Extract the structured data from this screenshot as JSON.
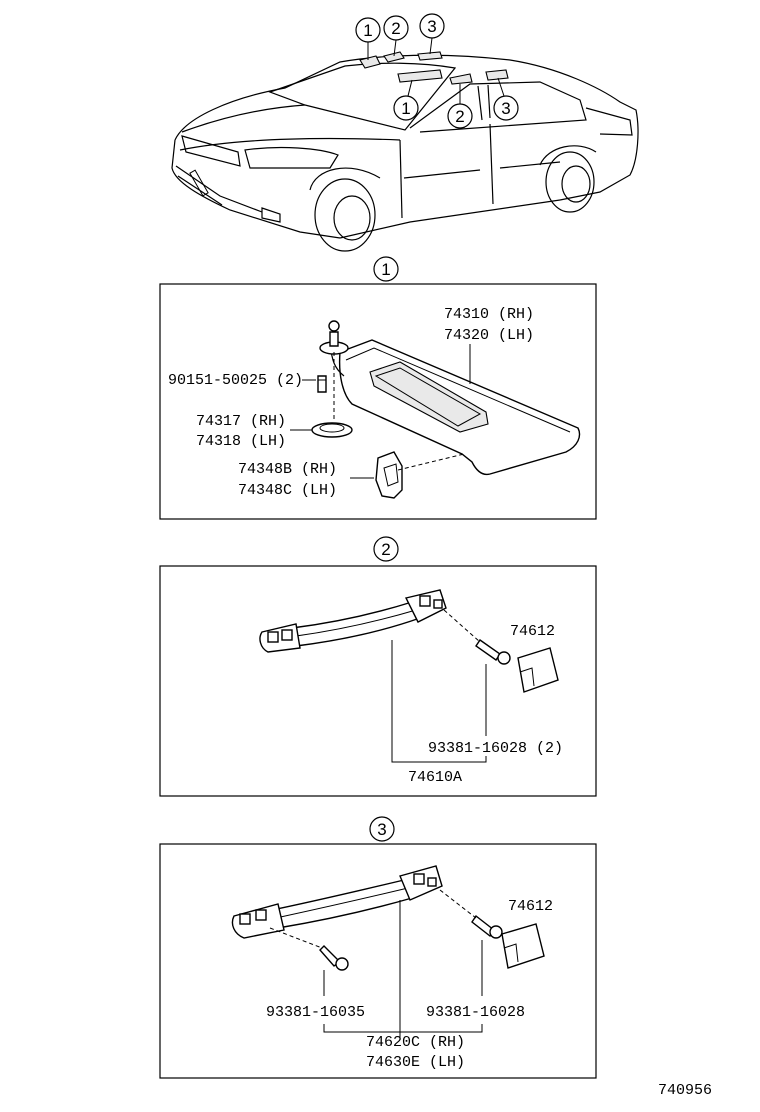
{
  "callouts": [
    "1",
    "2",
    "3"
  ],
  "section1": {
    "label_visor": [
      "74310 (RH)",
      "74320 (LH)"
    ],
    "label_screw": "90151-50025 (2)",
    "label_cover": [
      "74317 (RH)",
      "74318 (LH)"
    ],
    "label_holder": [
      "74348B (RH)",
      "74348C (LH)"
    ]
  },
  "section2": {
    "label_cap": "74612",
    "label_screw": "93381-16028 (2)",
    "label_grip": "74610A"
  },
  "section3": {
    "label_cap": "74612",
    "label_screw_left": "93381-16035",
    "label_screw_right": "93381-16028",
    "label_grip": [
      "74620C (RH)",
      "74630E (LH)"
    ]
  },
  "diagram_code": "740956"
}
